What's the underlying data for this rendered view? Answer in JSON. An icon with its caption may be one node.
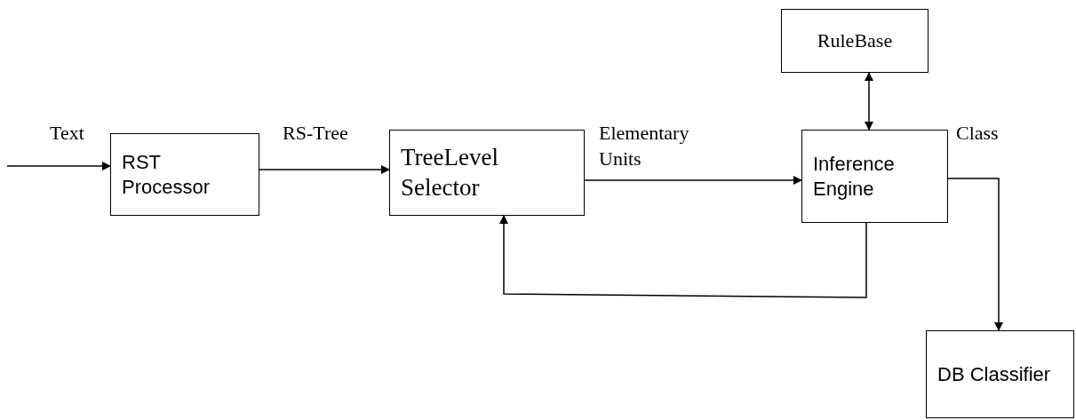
{
  "diagram": {
    "nodes": [
      {
        "text": [
          "RST Processor"
        ]
      },
      {
        "text": [
          "TreeLevel Selector"
        ]
      },
      {
        "text": [
          "RuleBase"
        ]
      },
      {
        "text": [
          "Inference Engine"
        ]
      },
      {
        "text": [
          "DB Classifier"
        ]
      }
    ],
    "edges": [
      {
        "from": null,
        "to": 0,
        "arrow": "to",
        "label": "Text"
      },
      {
        "from": 0,
        "to": 1,
        "arrow": "to",
        "label": "RS-Tree"
      },
      {
        "from": 1,
        "to": 3,
        "arrow": "to",
        "label": "Elementary Units"
      },
      {
        "from": 2,
        "to": 3,
        "arrow": "both"
      },
      {
        "from": 3,
        "to": 4,
        "arrow": "to",
        "label": "Class"
      },
      {
        "from": 3,
        "to": 1,
        "arrow": "to"
      }
    ]
  }
}
